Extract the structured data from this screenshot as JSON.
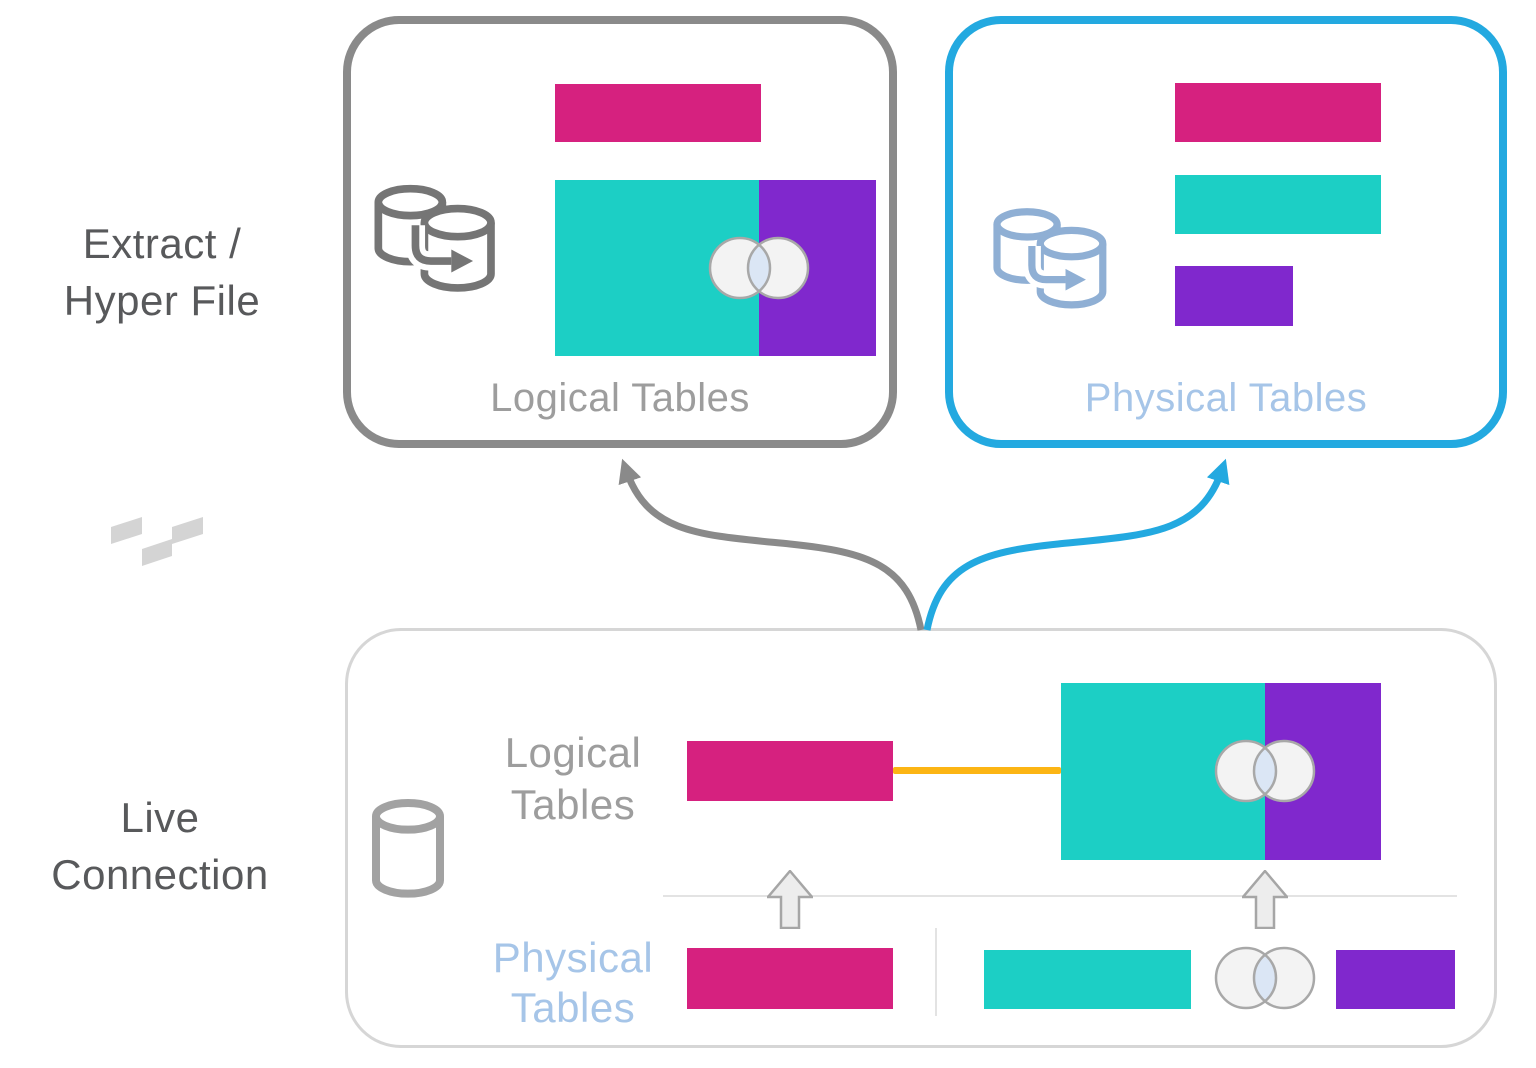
{
  "colors": {
    "pink": "#d6217f",
    "teal": "#1ccfc5",
    "purple": "#8028cd",
    "blue_border": "#23a9e0",
    "gray_border": "#8a8a8a",
    "lightbox_border": "#d6d6d6",
    "gray_text_dark": "#58595b",
    "gray_text_light": "#9d9d9d",
    "blue_text": "#a6c5e8",
    "yellow": "#fcb514",
    "venn_fill": "#f3f3f3",
    "venn_overlap": "#dbe6f5",
    "venn_stroke": "#a8a8a8",
    "icon_gray": "#757575",
    "icon_blue": "#8fafd4",
    "arrow_fill": "#ededed",
    "arrow_stroke": "#a6a6a6",
    "divider": "#e3e3e3",
    "watermark": "#d4d4d4",
    "cylinder_gray": "#a2a2a2"
  },
  "side_labels": {
    "extract": {
      "line1": "Extract /",
      "line2": "Hyper File"
    },
    "live": {
      "line1": "Live",
      "line2": "Connection"
    }
  },
  "boxes": {
    "extract_logical": {
      "label": "Logical Tables"
    },
    "extract_physical": {
      "label": "Physical Tables"
    },
    "live": {
      "logical": {
        "line1": "Logical",
        "line2": "Tables"
      },
      "physical": {
        "line1": "Physical",
        "line2": "Tables"
      }
    }
  },
  "icons": {
    "database_copy": "two overlapping database cylinders with curved copy arrow",
    "database": "single database cylinder",
    "join_venn": "two overlapping circles with shaded intersection",
    "up_arrow": "hollow upward block arrow",
    "watermark_mark": "three slanted parallelogram dashes"
  }
}
